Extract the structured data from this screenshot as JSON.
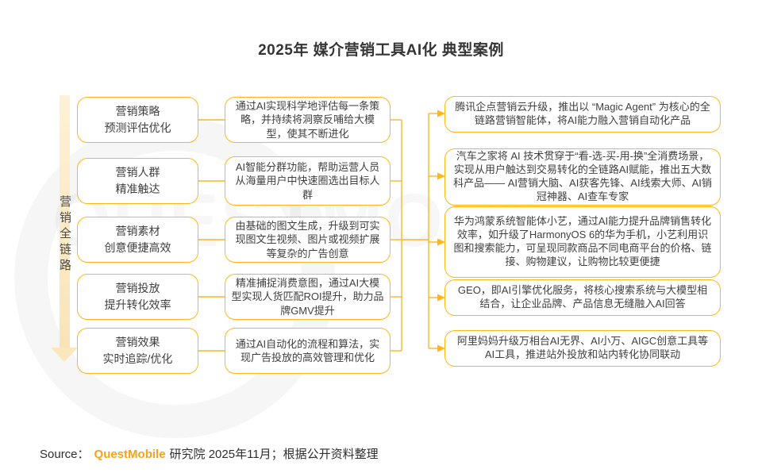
{
  "title": "2025年 媒介营销工具AI化 典型案例",
  "chain_label": "营销全链路",
  "watermark": "QUESTMOBILE",
  "rows": [
    {
      "stage_line1": "营销策略",
      "stage_line2": "预测评估优化",
      "approach": "通过AI实现科学地评估每一条策略，并持续将洞察反哺给大模型，使其不断进化",
      "case": "腾讯企点营销云升级，推出以 “Magic Agent” 为核心的全链路营销智能体，将AI能力融入营销自动化产品"
    },
    {
      "stage_line1": "营销人群",
      "stage_line2": "精准触达",
      "approach": "AI智能分群功能，帮助运营人员从海量用户中快速圈选出目标人群",
      "case": "汽车之家将 AI 技术贯穿于“看-选-买-用-换”全消费场景，实现从用户触达到交易转化的全链路AI赋能，推出五大数科产品—— AI营销大脑、AI获客先锋、AI线索大师、AI销冠神器、AI查车专家"
    },
    {
      "stage_line1": "营销素材",
      "stage_line2": "创意便捷高效",
      "approach": "由基础的图文生成，升级到可实现图文生视频、图片或视频扩展等复杂的广告创意",
      "case": "华为鸿蒙系统智能体小艺，通过AI能力提升品牌销售转化效率，如升级了HarmonyOS 6的华为手机，小艺利用识图和搜索能力，可呈现同款商品不同电商平台的价格、链接、购物建议，让购物比较更便捷"
    },
    {
      "stage_line1": "营销投放",
      "stage_line2": "提升转化效率",
      "approach": "精准捕捉消费意图，通过AI大模型实现人货匹配ROI提升，助力品牌GMV提升",
      "case": "GEO，即AI引擎优化服务，将核心搜索系统与大模型相结合，让企业品牌、产品信息无缝融入AI回答"
    },
    {
      "stage_line1": "营销效果",
      "stage_line2": "实时追踪/优化",
      "approach": "通过AI自动化的流程和算法，实现广告投放的高效管理和优化",
      "case": "阿里妈妈升级万相台AI无界、AI小万、AIGC创意工具等AI工具，推进站外投放和站内转化协同联动"
    }
  ],
  "footer": {
    "source_label": "Source：",
    "brand": "QuestMobile",
    "source_rest": "研究院 2025年11月；根据公开资料整理"
  },
  "colors": {
    "accent_gold": "#FFB61C",
    "brand_orange": "#F7A21B",
    "text_dark": "#3F3F3F",
    "arrow_fill": "#FBE7BE"
  }
}
